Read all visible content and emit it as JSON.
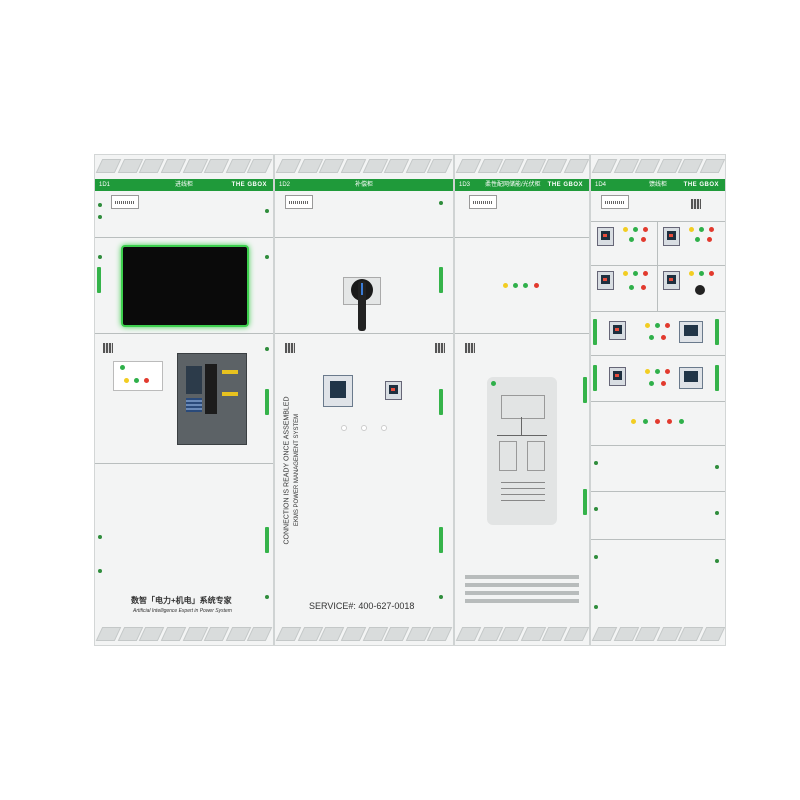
{
  "cabinets": [
    {
      "number": "1D1",
      "name": "进线柜",
      "brand": "THE GBOX"
    },
    {
      "number": "1D2",
      "name": "补偿柜",
      "brand": ""
    },
    {
      "number": "1D3",
      "name": "柔性配网储能/光伏柜",
      "brand": "THE GBOX"
    },
    {
      "number": "1D4",
      "name": "馈线柜",
      "brand": "THE GBOX"
    }
  ],
  "texts": {
    "slogan_cn": "数智「电力+机电」系统专家",
    "slogan_en": "Artificial Intelligence Expert in Power System",
    "service": "SERVICE#:  400-627-0018",
    "vertical_1": "CONNECTION IS READY ONCE ASSEMBLED",
    "vertical_2": "EKMS POWER MANAGEMENT SYSTEM"
  },
  "colors": {
    "accent_green": "#1f9a3a",
    "indicator_green": "#35b34a",
    "panel": "#f3f4f4"
  }
}
